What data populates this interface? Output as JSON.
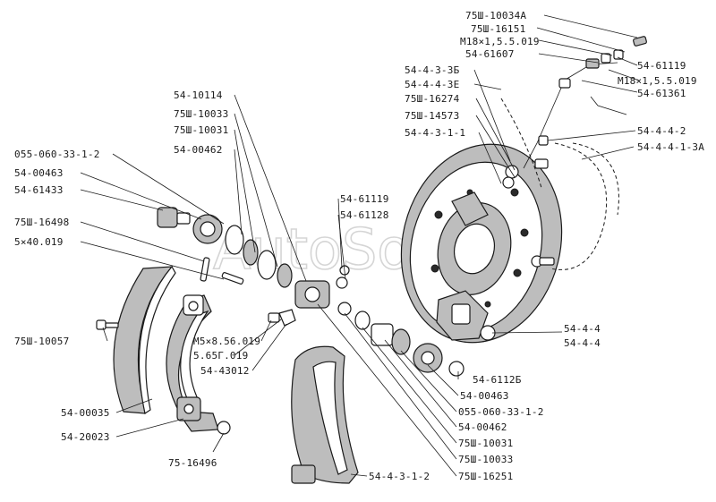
{
  "watermark": "AutoSoft",
  "labels": {
    "l01": "75Ш-10034А",
    "l02": "75Ш-16151",
    "l03": "М18×1,5.5.019",
    "l04": "54-61607",
    "l05": "54-61119",
    "l06": "М18×1,5.5.019",
    "l07": "54-61361",
    "l08": "54-4-3-3Б",
    "l09": "54-4-4-3Е",
    "l10": "75Ш-16274",
    "l11": "75Ш-14573",
    "l12": "54-4-3-1-1",
    "l13": "54-4-4-2",
    "l14": "54-4-4-1-3А",
    "l15": "54-10114",
    "l16": "75Ш-10033",
    "l17": "75Ш-10031",
    "l18": "54-00462",
    "l19": "055-060-33-1-2",
    "l20": "54-00463",
    "l21": "54-61433",
    "l22": "75Ш-16498",
    "l23": "5×40.019",
    "l24": "54-61119",
    "l25": "54-61128",
    "l26": "75Ш-10057",
    "l27": "М5×8.56.019",
    "l28": "5.65Г.019",
    "l29": "54-43012",
    "l30": "54-00035",
    "l31": "54-20023",
    "l32": "75-16496",
    "l33": "54-4-4",
    "l34": "54-4-4",
    "l35": "54-6112Б",
    "l36": "54-00463",
    "l37": "055-060-33-1-2",
    "l38": "54-00462",
    "l39": "75Ш-10031",
    "l40": "75Ш-10033",
    "l41": "75Ш-16251",
    "l42": "54-4-3-1-2"
  }
}
